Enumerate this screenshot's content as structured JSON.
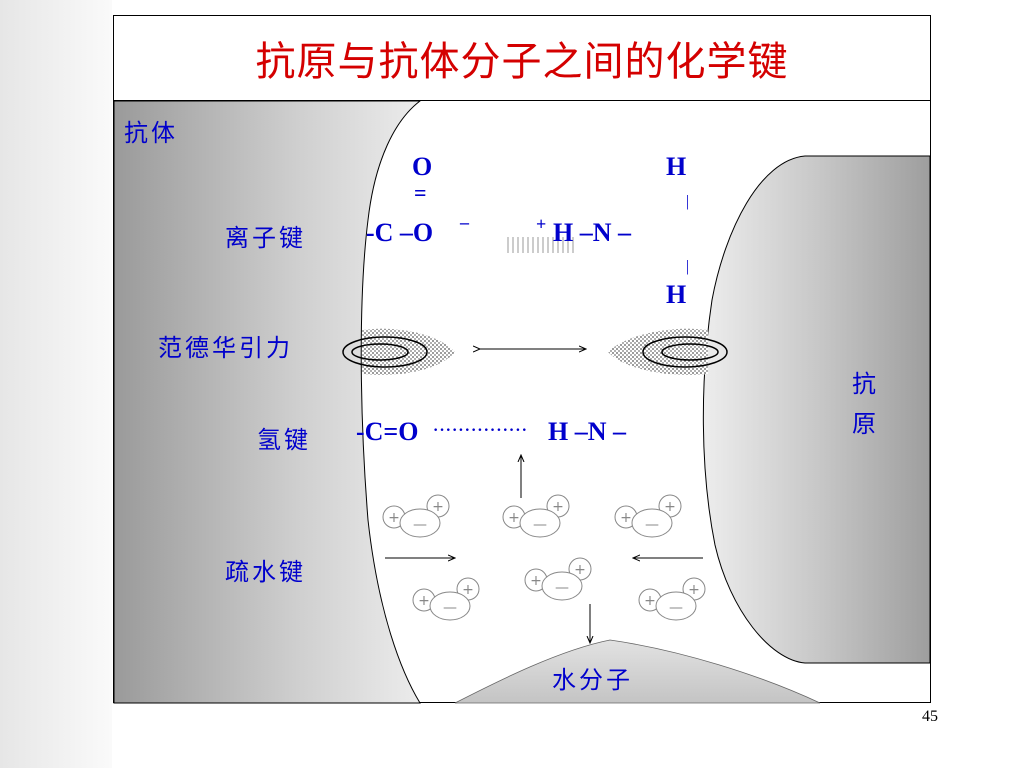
{
  "slide": {
    "title": "抗原与抗体分子之间的化学键",
    "page_number": "45"
  },
  "labels": {
    "antibody": "抗体",
    "antigen_line1": "抗",
    "antigen_line2": "原",
    "ionic_bond": "离子键",
    "van_der_waals": "范德华引力",
    "hydrogen_bond": "氢键",
    "hydrophobic_bond": "疏水键",
    "water_molecule": "水分子"
  },
  "ionic": {
    "top_o": "O",
    "double_bond_mark": "=",
    "left_group": "-C –O",
    "minus_sign": "–",
    "plus_sign": "+",
    "right_group": "H –N –",
    "top_h": "H",
    "bottom_h": "H",
    "vertical_bar": "|"
  },
  "hbond": {
    "left_group": "-C=O",
    "dots": "···············",
    "right_group": "H –N –"
  },
  "colors": {
    "title": "#d40000",
    "label": "#0000cc"
  },
  "icons": {
    "arrow": "arrow-icon",
    "water_particle": "water-molecule-icon"
  }
}
